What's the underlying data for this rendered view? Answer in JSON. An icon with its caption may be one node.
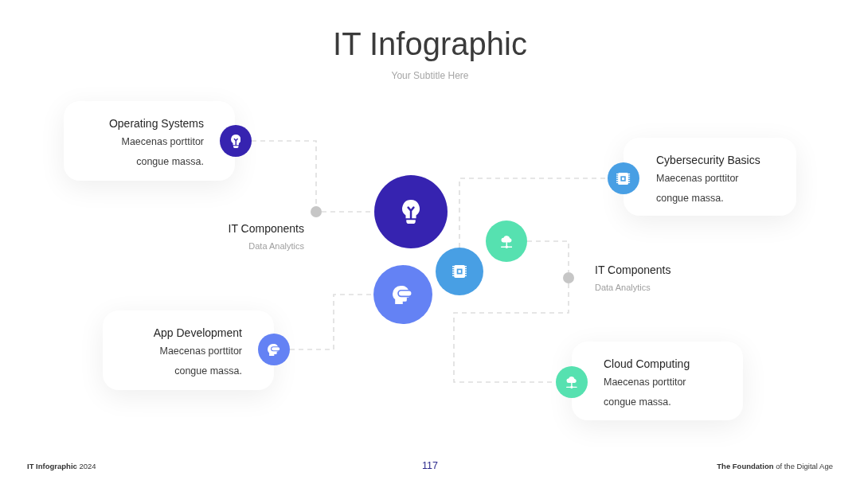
{
  "diagram": {
    "title": "IT Infographic",
    "nodes": [
      {
        "text": [
          "Operating Systems",
          "Maecenas porttitor congue massa."
        ]
      },
      {
        "text": [],
        "shape": "circle"
      },
      {
        "text": [
          "Cybersecurity Basics",
          "Maecenas porttitor congue massa."
        ]
      },
      {
        "text": [],
        "shape": "circle"
      },
      {
        "text": [],
        "shape": "circle",
        "beside": [
          "IT Components",
          "Data Analytics"
        ]
      },
      {
        "text": [],
        "shape": "circle"
      },
      {
        "text": [],
        "shape": "circle"
      },
      {
        "text": [],
        "shape": "circle"
      },
      {
        "text": [],
        "shape": "circle",
        "beside": [
          "IT Components",
          "Data Analytics"
        ]
      },
      {
        "text": [],
        "shape": "circle"
      },
      {
        "text": [
          "App Development",
          "Maecenas porttitor congue massa."
        ]
      },
      {
        "text": [],
        "shape": "circle"
      },
      {
        "text": [
          "Cloud Computing",
          "Maecenas porttitor congue massa."
        ]
      },
      {
        "text": [],
        "shape": "circle"
      }
    ],
    "edges": [
      {
        "from": 1,
        "to": 4,
        "arrow": "none",
        "style": "dashed"
      },
      {
        "from": 4,
        "to": 5,
        "arrow": "none",
        "style": "dashed"
      },
      {
        "from": 7,
        "to": 3,
        "arrow": "none",
        "style": "dashed"
      },
      {
        "from": 6,
        "to": 8,
        "arrow": "none",
        "style": "dashed"
      },
      {
        "from": 8,
        "to": 13,
        "arrow": "none",
        "style": "dashed"
      },
      {
        "from": 11,
        "to": 9,
        "arrow": "none",
        "style": "dashed"
      }
    ],
    "labels": [
      "Your Subtitle Here",
      "**IT Infographic** 2024",
      "117",
      "**The Foundation** of the Digital Age"
    ]
  }
}
